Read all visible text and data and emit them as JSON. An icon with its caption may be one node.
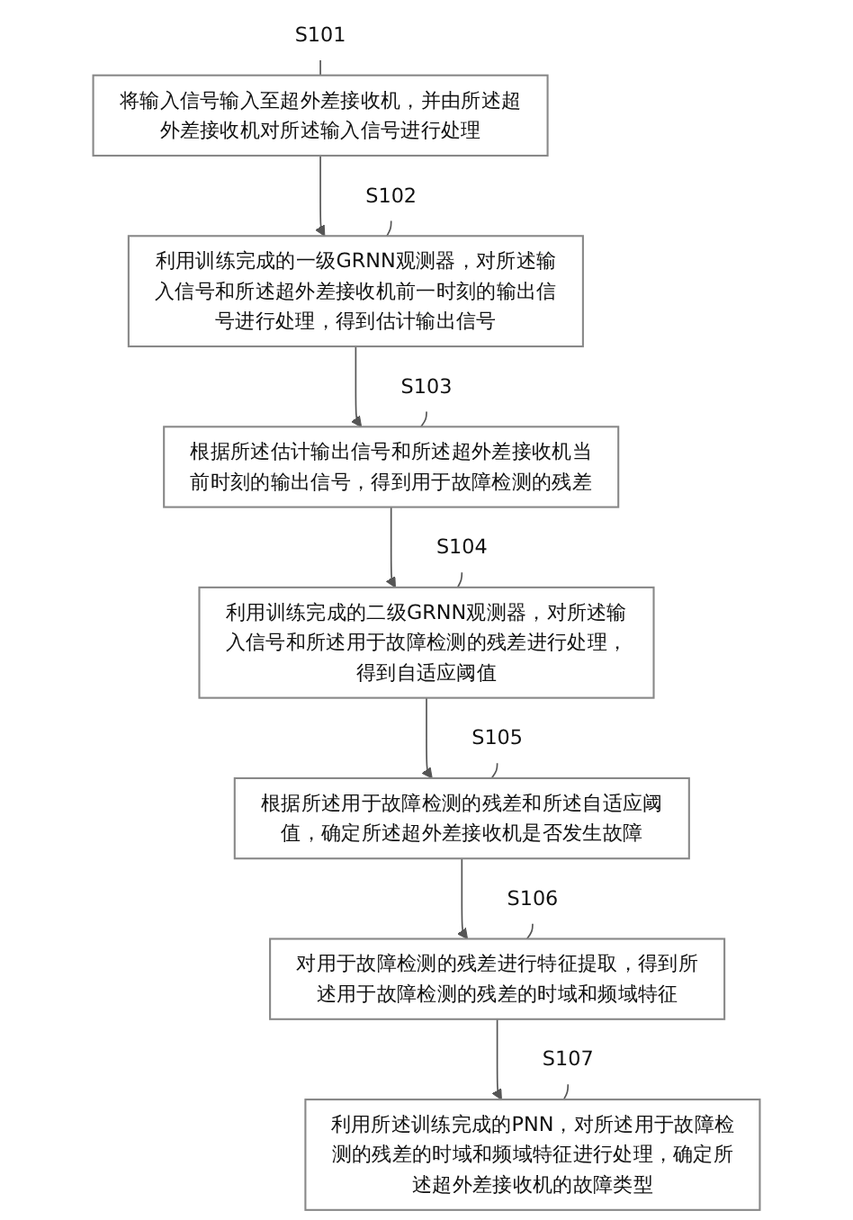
{
  "diagram": {
    "nodes": [
      {
        "text": [
          "将输入信号输入至超外差接收机，并由所述超外差接收机对所述输入信号进行处理"
        ]
      },
      {
        "text": [
          "S101"
        ]
      },
      {
        "text": [
          "利用训练完成的一级GRNN观测器，对所述输入信号和所述超外差接收机前一时刻的输出信号进行处理，得到估计输出信号"
        ]
      },
      {
        "text": [
          "S102"
        ]
      },
      {
        "text": [
          "根据所述估计输出信号和所述超外差接收机当前时刻的输出信号，得到用于故障检测的残差"
        ]
      },
      {
        "text": [
          "S103"
        ]
      },
      {
        "text": [
          "利用训练完成的二级GRNN观测器，对所述输入信号和所述用于故障检测的残差进行处理，得到自适应阈值"
        ]
      },
      {
        "text": [
          "S104"
        ]
      },
      {
        "text": [
          "根据所述用于故障检测的残差和所述自适应阈值，确定所述超外差接收机是否发生故障"
        ]
      },
      {
        "text": [
          "S105"
        ]
      },
      {
        "text": [
          "对用于故障检测的残差进行特征提取，得到所述用于故障检测的残差的时域和频域特征"
        ]
      },
      {
        "text": [
          "S106"
        ]
      },
      {
        "text": [
          "利用所述训练完成的PNN，对所述用于故障检测的残差的时域和频域特征进行处理，确定所述超外差接收机的故障类型"
        ]
      },
      {
        "text": [
          "S107"
        ]
      }
    ],
    "edges": [
      {
        "from": 1,
        "to": 0,
        "arrow": "none"
      },
      {
        "from": 0,
        "to": 2,
        "arrow": "to"
      },
      {
        "from": 3,
        "to": 2,
        "arrow": "none"
      },
      {
        "from": 2,
        "to": 4,
        "arrow": "to"
      },
      {
        "from": 5,
        "to": 4,
        "arrow": "none"
      },
      {
        "from": 4,
        "to": 6,
        "arrow": "to"
      },
      {
        "from": 7,
        "to": 6,
        "arrow": "none"
      },
      {
        "from": 6,
        "to": 8,
        "arrow": "to"
      },
      {
        "from": 9,
        "to": 8,
        "arrow": "none"
      },
      {
        "from": 8,
        "to": 10,
        "arrow": "to"
      },
      {
        "from": 11,
        "to": 10,
        "arrow": "none"
      },
      {
        "from": 10,
        "to": 12,
        "arrow": "to"
      },
      {
        "from": 13,
        "to": 12,
        "arrow": "none"
      }
    ]
  }
}
